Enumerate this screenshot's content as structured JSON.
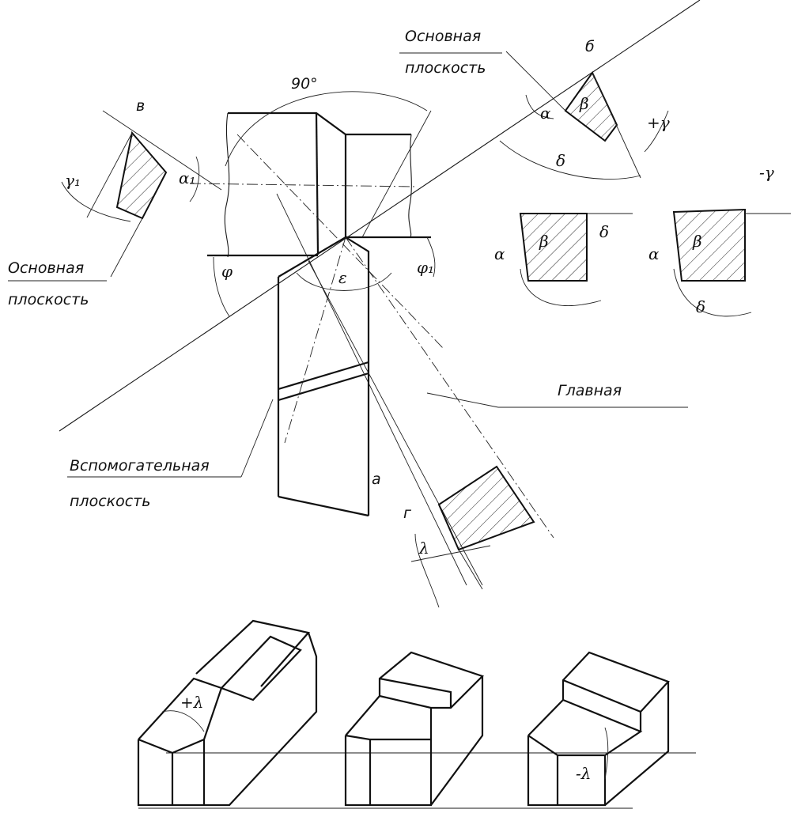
{
  "labels": {
    "basic_plane_top_1": "Основная",
    "basic_plane_top_2": "плоскость",
    "basic_plane_left_1": "Основная",
    "basic_plane_left_2": "плоскость",
    "main_plane": "Главная",
    "aux_plane_1": "Вспомогательная",
    "aux_plane_2": "плоскость",
    "angle_90": "90°",
    "view_b": "б",
    "view_v": "в",
    "view_g": "г",
    "point_a": "а"
  },
  "angles": {
    "phi": "φ",
    "phi1": "φ₁",
    "epsilon": "ε",
    "alpha": "α",
    "alpha1": "α₁",
    "beta": "β",
    "gamma1": "γ₁",
    "plus_gamma": "+γ",
    "minus_gamma": "-γ",
    "delta": "δ",
    "lambda": "λ",
    "plus_lambda": "+λ",
    "minus_lambda": "-λ"
  }
}
